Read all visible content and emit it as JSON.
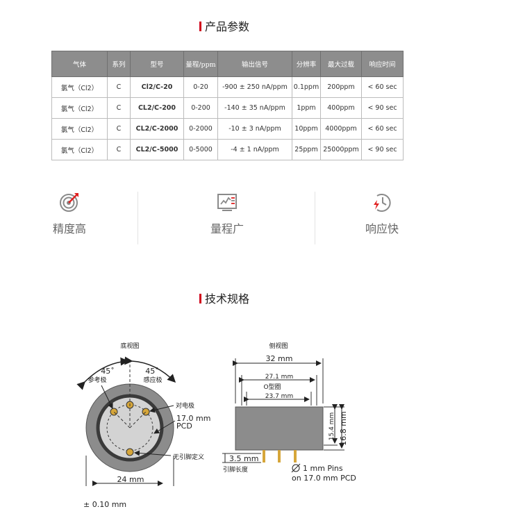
{
  "section1": {
    "title": "产品参数"
  },
  "table": {
    "headers": [
      "气体",
      "系列",
      "型号",
      "量程/ppm",
      "输出信号",
      "分辨率",
      "最大过载",
      "响应时间"
    ],
    "rows": [
      [
        "氯气（Cl2）",
        "C",
        "Cl2/C-20",
        "0-20",
        "-900 ± 250 nA/ppm",
        "0.1ppm",
        "200ppm",
        "< 60 sec"
      ],
      [
        "氯气（Cl2）",
        "C",
        "CL2/C-200",
        "0-200",
        "-140 ± 35 nA/ppm",
        "1ppm",
        "400ppm",
        "< 90 sec"
      ],
      [
        "氯气（Cl2）",
        "C",
        "CL2/C-2000",
        "0-2000",
        "-10 ± 3 nA/ppm",
        "10ppm",
        "4000ppm",
        "< 60 sec"
      ],
      [
        "氯气（Cl2）",
        "C",
        "CL2/C-5000",
        "0-5000",
        "-4 ± 1 nA/ppm",
        "25ppm",
        "25000ppm",
        "< 90 sec"
      ]
    ]
  },
  "features": [
    {
      "label": "精度高",
      "icon": "target-icon",
      "accent": "#e02020"
    },
    {
      "label": "量程广",
      "icon": "chart-icon",
      "accent": "#e02020"
    },
    {
      "label": "响应快",
      "icon": "fast-clock-icon",
      "accent": "#e02020"
    }
  ],
  "section2": {
    "title": "技术规格"
  },
  "diagram": {
    "bottom_view_title": "底视图",
    "side_view_title": "侧视图",
    "angle_left": "45˚",
    "angle_right": "45˚",
    "ref_electrode": "参考极",
    "sense_electrode": "感应极",
    "counter_electrode": "对电极",
    "pcd_value": "17.0 mm",
    "pcd_label": "PCD",
    "no_pin": "无引脚定义",
    "width_bottom": "24 mm",
    "tolerance": "± 0.10 mm",
    "width_32": "32 mm",
    "width_27": "27.1 mm",
    "oring": "O型圈",
    "width_23": "23.7 mm",
    "height_15": "15.4 mm",
    "height_16": "16.8 mm",
    "pin_len": "3.5 mm",
    "pin_len_label": "引脚长度",
    "pins_note_1": "1 mm Pins",
    "pins_note_2": "on 17.0 mm PCD"
  },
  "colors": {
    "accent": "#d0021b",
    "header_bg": "#8d8d8d",
    "body_grey": "#8c8c8c",
    "pin_gold": "#d6a63a"
  }
}
